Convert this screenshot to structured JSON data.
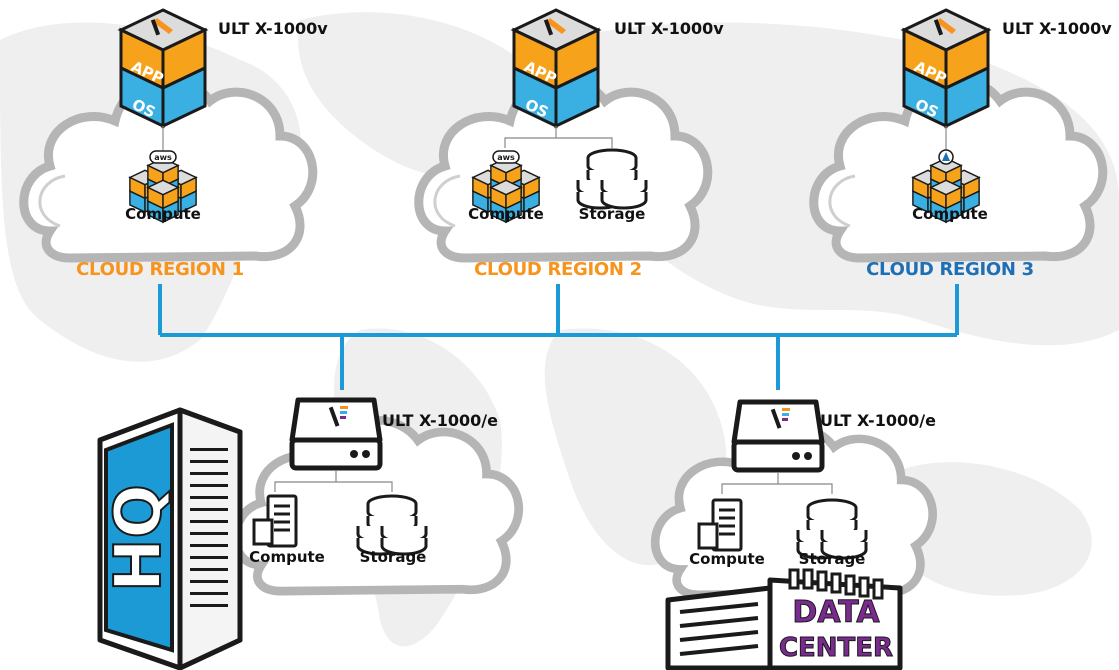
{
  "regions": [
    {
      "name": "CLOUD REGION 1",
      "color": "#f7941d",
      "appliance": "ULT X-1000v",
      "resources": [
        "Compute"
      ],
      "box_top": "APP",
      "box_bottom": "OS",
      "provider_icon": "aws-icon"
    },
    {
      "name": "CLOUD REGION 2",
      "color": "#f7941d",
      "appliance": "ULT X-1000v",
      "resources": [
        "Compute",
        "Storage"
      ],
      "box_top": "APP",
      "box_bottom": "OS",
      "provider_icon": "aws-icon"
    },
    {
      "name": "CLOUD REGION 3",
      "color": "#1f6fb5",
      "appliance": "ULT X-1000v",
      "resources": [
        "Compute"
      ],
      "box_top": "APP",
      "box_bottom": "OS",
      "provider_icon": "azure-icon"
    }
  ],
  "sites": [
    {
      "name": "HQ",
      "appliance": "ULT X-1000/e",
      "resources": [
        "Compute",
        "Storage"
      ],
      "badge_color": "#1b9ad6"
    },
    {
      "name": "DATA CENTER",
      "name_line1": "DATA",
      "name_line2": "CENTER",
      "appliance": "ULT X-1000/e",
      "resources": [
        "Compute",
        "Storage"
      ],
      "badge_color": "#7b2b90"
    }
  ],
  "aws_label": "aws",
  "colors": {
    "link": "#1b9ad6",
    "orange": "#f7941d",
    "blue": "#1f6fb5",
    "sky": "#3ab0e2",
    "purple": "#7b2b90",
    "cloud_stroke": "#b5b5b5"
  }
}
